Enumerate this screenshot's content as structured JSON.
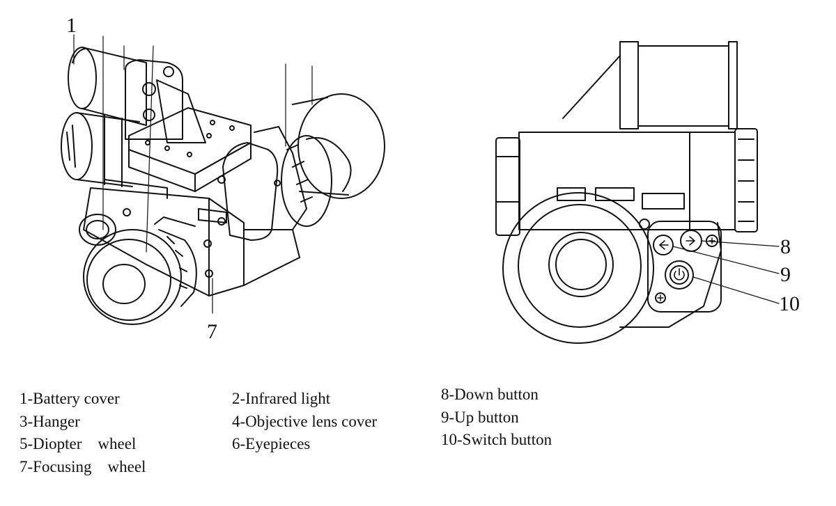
{
  "callouts": {
    "c1": "1",
    "c7": "7",
    "c8": "8",
    "c9": "9",
    "c10": "10"
  },
  "legend": {
    "col1": [
      "1-Battery cover",
      "3-Hanger",
      "5-Diopter    wheel",
      "7-Focusing    wheel"
    ],
    "col2": [
      "2-Infrared light",
      "4-Objective lens cover",
      "6-Eyepieces"
    ],
    "col3": [
      "8-Down button",
      "9-Up button",
      "10-Switch button"
    ]
  },
  "colors": {
    "line": "#111111",
    "background": "#ffffff"
  }
}
